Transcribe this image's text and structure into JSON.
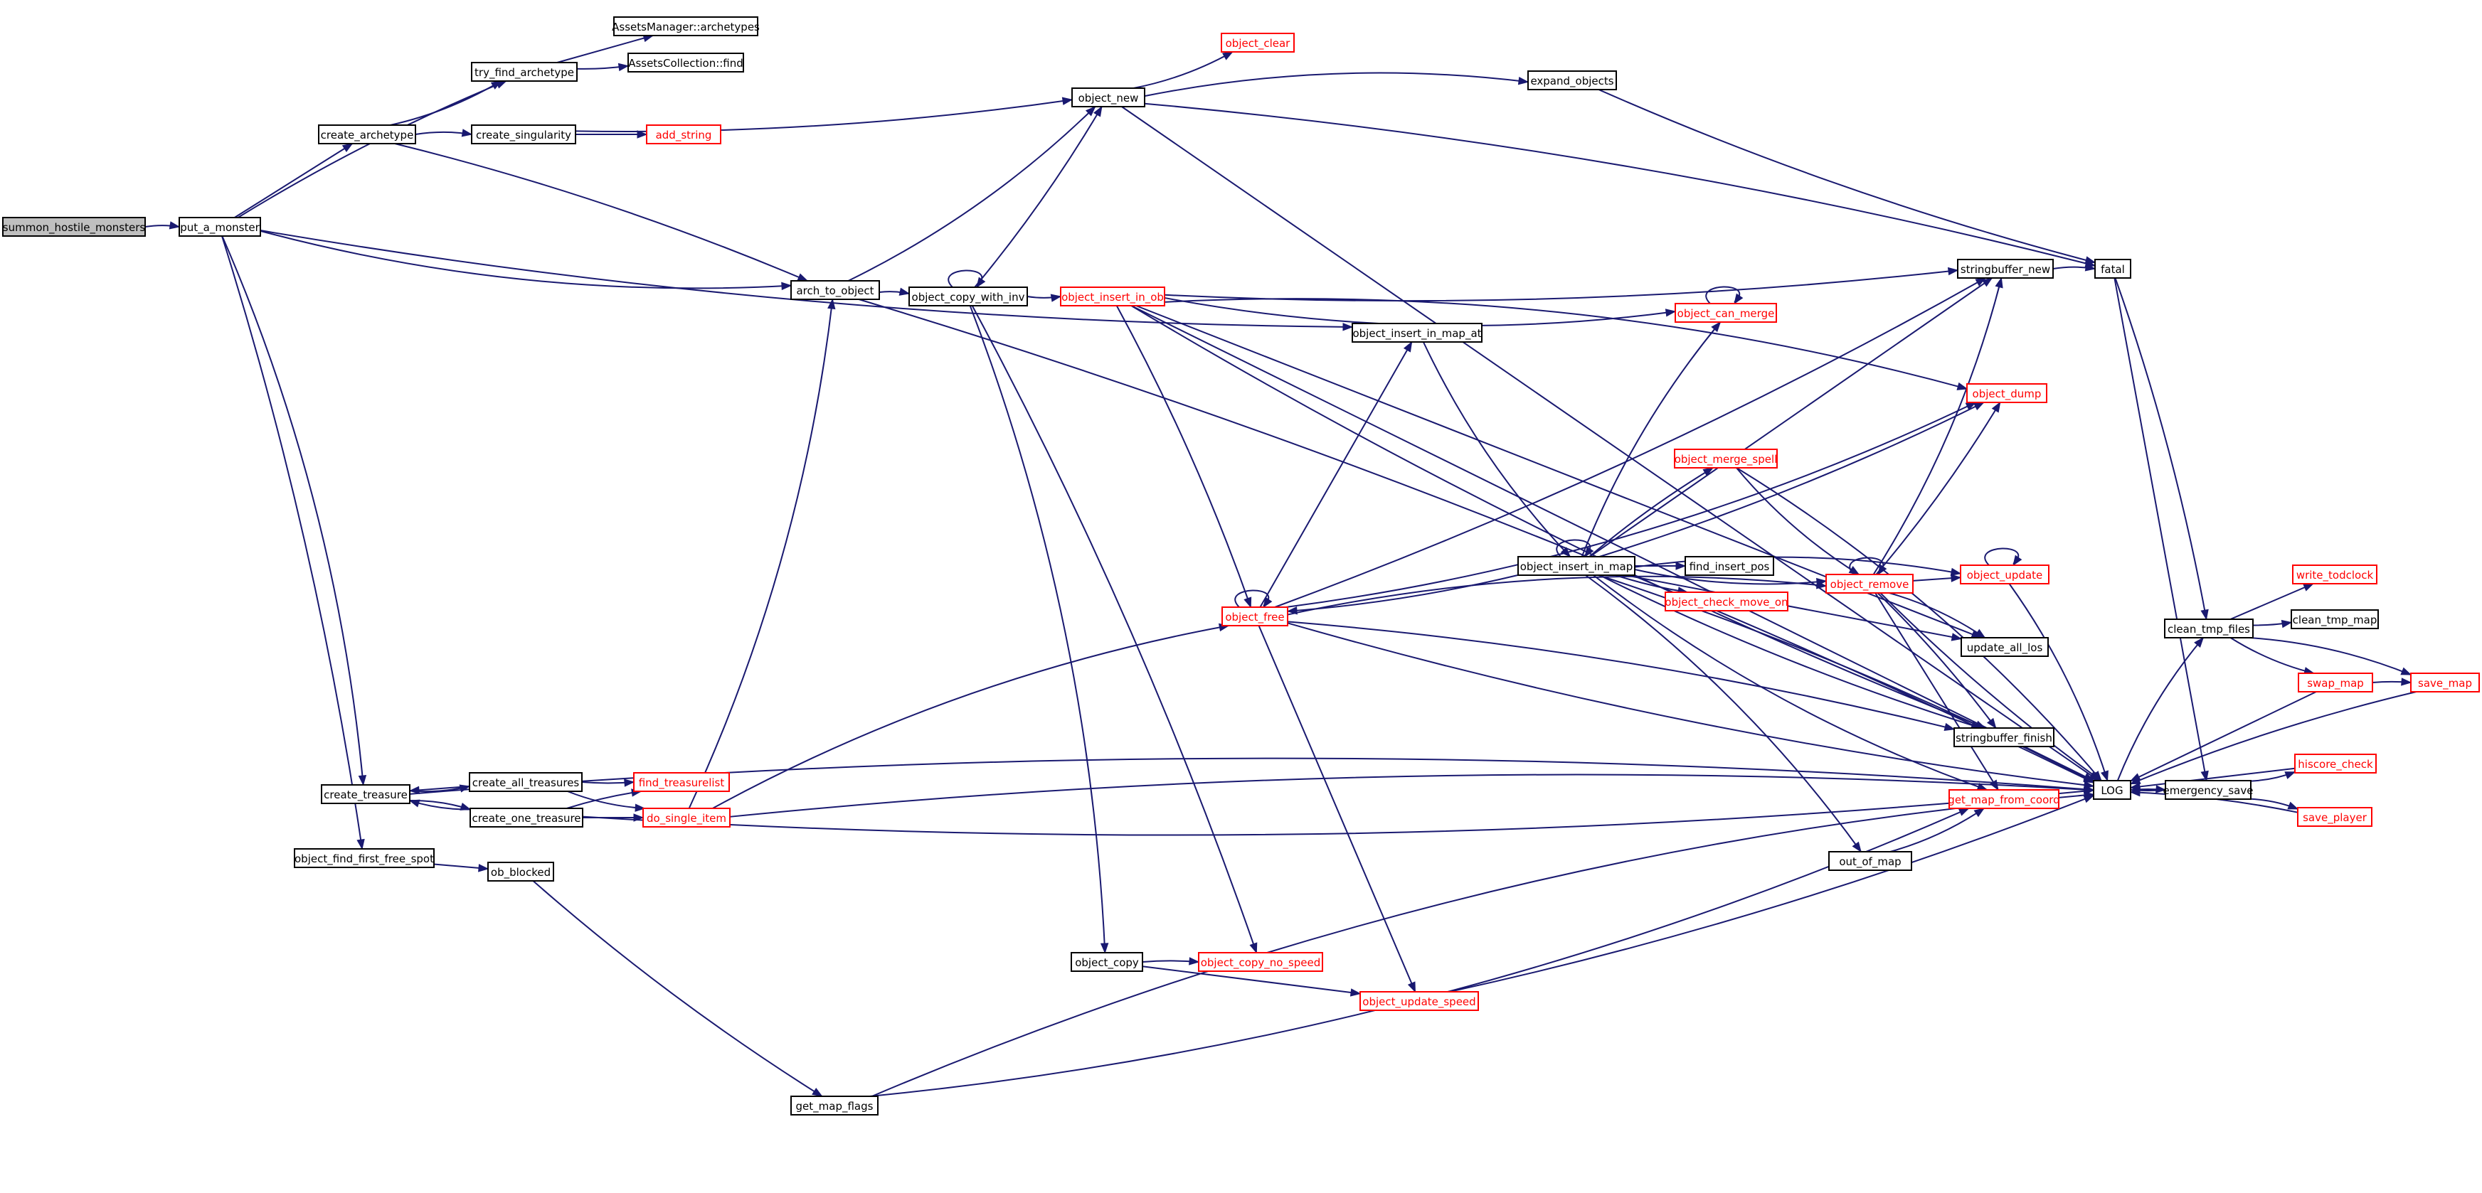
{
  "colors": {
    "edge": "#191970",
    "node_border": "#000000",
    "node_fill": "#ffffff",
    "node_text": "#000000",
    "link_border": "#ff0000",
    "link_text": "#ff0000",
    "root_fill": "#bfbfbf",
    "root_border": "#000000"
  },
  "nodes": [
    {
      "id": "summon_hostile_monsters",
      "label": "summon_hostile_monsters",
      "kind": "root"
    },
    {
      "id": "put_a_monster",
      "label": "put_a_monster",
      "kind": "normal"
    },
    {
      "id": "try_find_archetype",
      "label": "try_find_archetype",
      "kind": "normal"
    },
    {
      "id": "AssetsManager_archetypes",
      "label": "AssetsManager::archetypes",
      "kind": "normal"
    },
    {
      "id": "AssetsCollection_find",
      "label": "AssetsCollection::find",
      "kind": "normal"
    },
    {
      "id": "create_archetype",
      "label": "create_archetype",
      "kind": "normal"
    },
    {
      "id": "create_singularity",
      "label": "create_singularity",
      "kind": "normal"
    },
    {
      "id": "add_string",
      "label": "add_string",
      "kind": "link"
    },
    {
      "id": "object_new",
      "label": "object_new",
      "kind": "normal"
    },
    {
      "id": "object_clear",
      "label": "object_clear",
      "kind": "link"
    },
    {
      "id": "expand_objects",
      "label": "expand_objects",
      "kind": "normal"
    },
    {
      "id": "arch_to_object",
      "label": "arch_to_object",
      "kind": "normal"
    },
    {
      "id": "object_copy_with_inv",
      "label": "object_copy_with_inv",
      "kind": "normal"
    },
    {
      "id": "object_insert_in_ob",
      "label": "object_insert_in_ob",
      "kind": "link"
    },
    {
      "id": "object_insert_in_map_at",
      "label": "object_insert_in_map_at",
      "kind": "normal"
    },
    {
      "id": "stringbuffer_new",
      "label": "stringbuffer_new",
      "kind": "normal"
    },
    {
      "id": "fatal",
      "label": "fatal",
      "kind": "normal"
    },
    {
      "id": "object_can_merge",
      "label": "object_can_merge",
      "kind": "link"
    },
    {
      "id": "object_dump",
      "label": "object_dump",
      "kind": "link"
    },
    {
      "id": "object_merge_spell",
      "label": "object_merge_spell",
      "kind": "link"
    },
    {
      "id": "object_insert_in_map",
      "label": "object_insert_in_map",
      "kind": "normal"
    },
    {
      "id": "find_insert_pos",
      "label": "find_insert_pos",
      "kind": "normal"
    },
    {
      "id": "object_check_move_on",
      "label": "object_check_move_on",
      "kind": "link"
    },
    {
      "id": "object_remove",
      "label": "object_remove",
      "kind": "link"
    },
    {
      "id": "object_update",
      "label": "object_update",
      "kind": "link"
    },
    {
      "id": "object_free",
      "label": "object_free",
      "kind": "link"
    },
    {
      "id": "update_all_los",
      "label": "update_all_los",
      "kind": "normal"
    },
    {
      "id": "stringbuffer_finish",
      "label": "stringbuffer_finish",
      "kind": "normal"
    },
    {
      "id": "get_map_from_coord",
      "label": "get_map_from_coord",
      "kind": "link"
    },
    {
      "id": "out_of_map",
      "label": "out_of_map",
      "kind": "normal"
    },
    {
      "id": "LOG",
      "label": "LOG",
      "kind": "normal"
    },
    {
      "id": "clean_tmp_files",
      "label": "clean_tmp_files",
      "kind": "normal"
    },
    {
      "id": "write_todclock",
      "label": "write_todclock",
      "kind": "link"
    },
    {
      "id": "clean_tmp_map",
      "label": "clean_tmp_map",
      "kind": "normal"
    },
    {
      "id": "swap_map",
      "label": "swap_map",
      "kind": "link"
    },
    {
      "id": "save_map",
      "label": "save_map",
      "kind": "link"
    },
    {
      "id": "emergency_save",
      "label": "emergency_save",
      "kind": "normal"
    },
    {
      "id": "hiscore_check",
      "label": "hiscore_check",
      "kind": "link"
    },
    {
      "id": "save_player",
      "label": "save_player",
      "kind": "link"
    },
    {
      "id": "create_treasure",
      "label": "create_treasure",
      "kind": "normal"
    },
    {
      "id": "create_all_treasures",
      "label": "create_all_treasures",
      "kind": "normal"
    },
    {
      "id": "create_one_treasure",
      "label": "create_one_treasure",
      "kind": "normal"
    },
    {
      "id": "find_treasurelist",
      "label": "find_treasurelist",
      "kind": "link"
    },
    {
      "id": "do_single_item",
      "label": "do_single_item",
      "kind": "link"
    },
    {
      "id": "object_find_first_free_spot",
      "label": "object_find_first_free_spot",
      "kind": "normal"
    },
    {
      "id": "ob_blocked",
      "label": "ob_blocked",
      "kind": "normal"
    },
    {
      "id": "get_map_flags",
      "label": "get_map_flags",
      "kind": "normal"
    },
    {
      "id": "object_copy",
      "label": "object_copy",
      "kind": "normal"
    },
    {
      "id": "object_copy_no_speed",
      "label": "object_copy_no_speed",
      "kind": "link"
    },
    {
      "id": "object_update_speed",
      "label": "object_update_speed",
      "kind": "link"
    }
  ],
  "edges": [
    [
      "summon_hostile_monsters",
      "put_a_monster"
    ],
    [
      "put_a_monster",
      "try_find_archetype"
    ],
    [
      "put_a_monster",
      "create_archetype"
    ],
    [
      "put_a_monster",
      "object_insert_in_map_at"
    ],
    [
      "put_a_monster",
      "arch_to_object"
    ],
    [
      "put_a_monster",
      "create_treasure"
    ],
    [
      "put_a_monster",
      "object_find_first_free_spot"
    ],
    [
      "try_find_archetype",
      "AssetsManager_archetypes"
    ],
    [
      "try_find_archetype",
      "AssetsCollection_find"
    ],
    [
      "create_archetype",
      "try_find_archetype"
    ],
    [
      "create_archetype",
      "create_singularity"
    ],
    [
      "create_archetype",
      "arch_to_object"
    ],
    [
      "create_singularity",
      "add_string"
    ],
    [
      "create_singularity",
      "object_new"
    ],
    [
      "object_new",
      "object_clear"
    ],
    [
      "object_new",
      "expand_objects"
    ],
    [
      "object_new",
      "fatal"
    ],
    [
      "object_new",
      "LOG"
    ],
    [
      "expand_objects",
      "fatal"
    ],
    [
      "arch_to_object",
      "object_new"
    ],
    [
      "arch_to_object",
      "object_copy_with_inv"
    ],
    [
      "arch_to_object",
      "LOG"
    ],
    [
      "object_copy_with_inv",
      "object_copy_with_inv"
    ],
    [
      "object_copy_with_inv",
      "object_new"
    ],
    [
      "object_copy_with_inv",
      "object_insert_in_ob"
    ],
    [
      "object_copy_with_inv",
      "object_copy"
    ],
    [
      "object_copy_with_inv",
      "object_copy_no_speed"
    ],
    [
      "object_insert_in_ob",
      "LOG"
    ],
    [
      "object_insert_in_ob",
      "stringbuffer_new"
    ],
    [
      "object_insert_in_ob",
      "object_can_merge"
    ],
    [
      "object_insert_in_ob",
      "object_dump"
    ],
    [
      "object_insert_in_ob",
      "object_free"
    ],
    [
      "object_insert_in_ob",
      "update_all_los"
    ],
    [
      "object_insert_in_ob",
      "stringbuffer_finish"
    ],
    [
      "object_insert_in_map_at",
      "object_insert_in_map"
    ],
    [
      "stringbuffer_new",
      "fatal"
    ],
    [
      "fatal",
      "clean_tmp_files"
    ],
    [
      "fatal",
      "emergency_save"
    ],
    [
      "object_can_merge",
      "object_can_merge"
    ],
    [
      "object_insert_in_map",
      "object_insert_in_map"
    ],
    [
      "object_insert_in_map",
      "object_can_merge"
    ],
    [
      "object_insert_in_map",
      "object_merge_spell"
    ],
    [
      "object_insert_in_map",
      "find_insert_pos"
    ],
    [
      "object_insert_in_map",
      "object_check_move_on"
    ],
    [
      "object_insert_in_map",
      "object_remove"
    ],
    [
      "object_insert_in_map",
      "object_update"
    ],
    [
      "object_insert_in_map",
      "object_free"
    ],
    [
      "object_insert_in_map",
      "update_all_los"
    ],
    [
      "object_insert_in_map",
      "stringbuffer_finish"
    ],
    [
      "object_insert_in_map",
      "get_map_from_coord"
    ],
    [
      "object_insert_in_map",
      "out_of_map"
    ],
    [
      "object_insert_in_map",
      "LOG"
    ],
    [
      "object_insert_in_map",
      "stringbuffer_new"
    ],
    [
      "object_insert_in_map",
      "object_dump"
    ],
    [
      "object_merge_spell",
      "object_remove"
    ],
    [
      "object_merge_spell",
      "LOG"
    ],
    [
      "object_remove",
      "object_remove"
    ],
    [
      "object_remove",
      "object_update"
    ],
    [
      "object_remove",
      "object_dump"
    ],
    [
      "object_remove",
      "stringbuffer_new"
    ],
    [
      "object_remove",
      "update_all_los"
    ],
    [
      "object_remove",
      "stringbuffer_finish"
    ],
    [
      "object_remove",
      "get_map_from_coord"
    ],
    [
      "object_remove",
      "LOG"
    ],
    [
      "object_update",
      "object_update"
    ],
    [
      "object_update",
      "LOG"
    ],
    [
      "object_free",
      "object_free"
    ],
    [
      "object_free",
      "object_insert_in_map_at"
    ],
    [
      "object_free",
      "stringbuffer_new"
    ],
    [
      "object_free",
      "object_dump"
    ],
    [
      "object_free",
      "object_remove"
    ],
    [
      "object_free",
      "stringbuffer_finish"
    ],
    [
      "object_free",
      "object_update_speed"
    ],
    [
      "object_free",
      "LOG"
    ],
    [
      "out_of_map",
      "get_map_from_coord"
    ],
    [
      "LOG",
      "clean_tmp_files"
    ],
    [
      "LOG",
      "emergency_save"
    ],
    [
      "clean_tmp_files",
      "write_todclock"
    ],
    [
      "clean_tmp_files",
      "clean_tmp_map"
    ],
    [
      "clean_tmp_files",
      "swap_map"
    ],
    [
      "clean_tmp_files",
      "save_map"
    ],
    [
      "swap_map",
      "save_map"
    ],
    [
      "swap_map",
      "LOG"
    ],
    [
      "save_map",
      "LOG"
    ],
    [
      "emergency_save",
      "hiscore_check"
    ],
    [
      "emergency_save",
      "save_player"
    ],
    [
      "emergency_save",
      "LOG"
    ],
    [
      "hiscore_check",
      "LOG"
    ],
    [
      "save_player",
      "LOG"
    ],
    [
      "create_treasure",
      "create_all_treasures"
    ],
    [
      "create_treasure",
      "create_one_treasure"
    ],
    [
      "create_treasure",
      "LOG"
    ],
    [
      "create_all_treasures",
      "create_treasure"
    ],
    [
      "create_all_treasures",
      "find_treasurelist"
    ],
    [
      "create_all_treasures",
      "do_single_item"
    ],
    [
      "create_one_treasure",
      "create_treasure"
    ],
    [
      "create_one_treasure",
      "find_treasurelist"
    ],
    [
      "create_one_treasure",
      "do_single_item"
    ],
    [
      "create_one_treasure",
      "LOG"
    ],
    [
      "do_single_item",
      "arch_to_object"
    ],
    [
      "do_single_item",
      "object_free"
    ],
    [
      "do_single_item",
      "LOG"
    ],
    [
      "object_find_first_free_spot",
      "ob_blocked"
    ],
    [
      "ob_blocked",
      "get_map_flags"
    ],
    [
      "get_map_flags",
      "get_map_from_coord"
    ],
    [
      "get_map_flags",
      "LOG"
    ],
    [
      "object_copy",
      "object_copy_no_speed"
    ],
    [
      "object_copy",
      "object_update_speed"
    ],
    [
      "object_update_speed",
      "LOG"
    ]
  ]
}
